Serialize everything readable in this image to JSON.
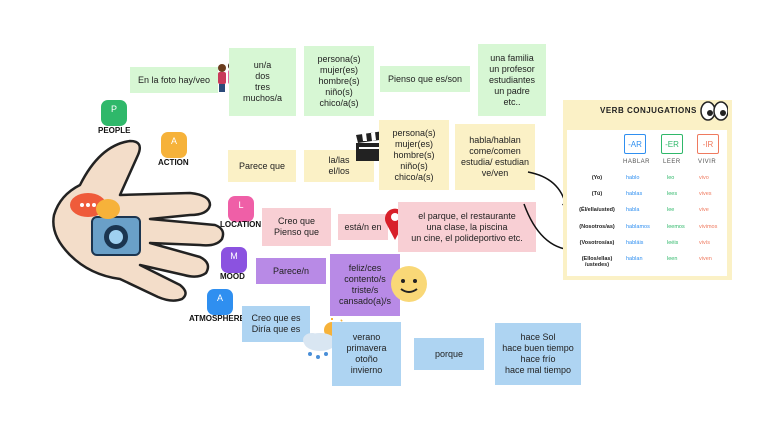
{
  "badges": [
    {
      "letter": "P",
      "label": "PEOPLE",
      "color": "#2fb86a"
    },
    {
      "letter": "A",
      "label": "ACTION",
      "color": "#f6b23a"
    },
    {
      "letter": "L",
      "label": "LOCATION",
      "color": "#ef5fa7"
    },
    {
      "letter": "M",
      "label": "MOOD",
      "color": "#8b52e0"
    },
    {
      "letter": "A",
      "label": "ATMOSPHERE",
      "color": "#2f8ff0"
    }
  ],
  "notes": {
    "en_la_foto": "En la foto hay/veo",
    "numbers": "un/a\ndos\ntres\nmuchos/a",
    "persons_top": "persona(s)\nmujer(es)\nhombre(s)\nniño(s)\nchico/a(s)",
    "pienso": "Pienso que es/son",
    "familia": "una familia\nun profesor\nestudiantes\nun padre\netc..",
    "parece_que": "Parece que",
    "la_el": "la/las\nel/los",
    "persons_mid": "persona(s)\nmujer(es)\nhombre(s)\nniño(s)\nchico/a(s)",
    "habla": "habla/hablan\ncome/comen\nestudia/ estudian\nve/ven",
    "creo_pienso": "Creo que\nPienso que",
    "esta_en": "está/n en",
    "lugares": "el parque,  el restaurante\nuna clase, la piscina\nun cine, el polideportivo etc.",
    "parece_n": "Parece/n",
    "feliz": "feliz/ces\ncontento/s\ntriste/s\ncansado(a)/s",
    "creo_diria": "Creo que es\nDiría que es",
    "estaciones": "verano\nprimavera\notoño\ninvierno",
    "porque": "porque",
    "tiempo": "hace Sol\nhace buen tiempo\nhace frío\nhace mal tiempo"
  },
  "verbs": {
    "title": "VERB CONJUGATIONS",
    "endings": [
      "-AR",
      "-ER",
      "-IR"
    ],
    "ending_colors": [
      "#2f8ff0",
      "#2fb86a",
      "#ef7a5f"
    ],
    "infinitives": [
      "HABLAR",
      "LEER",
      "VIVIR"
    ],
    "rows": [
      {
        "pronoun": "(Yo)",
        "forms": [
          "hablo",
          "leo",
          "vivo"
        ]
      },
      {
        "pronoun": "(Tú)",
        "forms": [
          "hablas",
          "lees",
          "vives"
        ]
      },
      {
        "pronoun": "(Él/ella/usted)",
        "forms": [
          "habla",
          "lee",
          "vive"
        ]
      },
      {
        "pronoun": "(Nosotros/as)",
        "forms": [
          "hablamos",
          "leemos",
          "vivimos"
        ]
      },
      {
        "pronoun": "(Vosotros/as)",
        "forms": [
          "habláis",
          "leéis",
          "vivís"
        ]
      },
      {
        "pronoun": "(Ellos/ellas)\n/ustedes)",
        "forms": [
          "hablan",
          "leen",
          "viven"
        ]
      }
    ]
  }
}
